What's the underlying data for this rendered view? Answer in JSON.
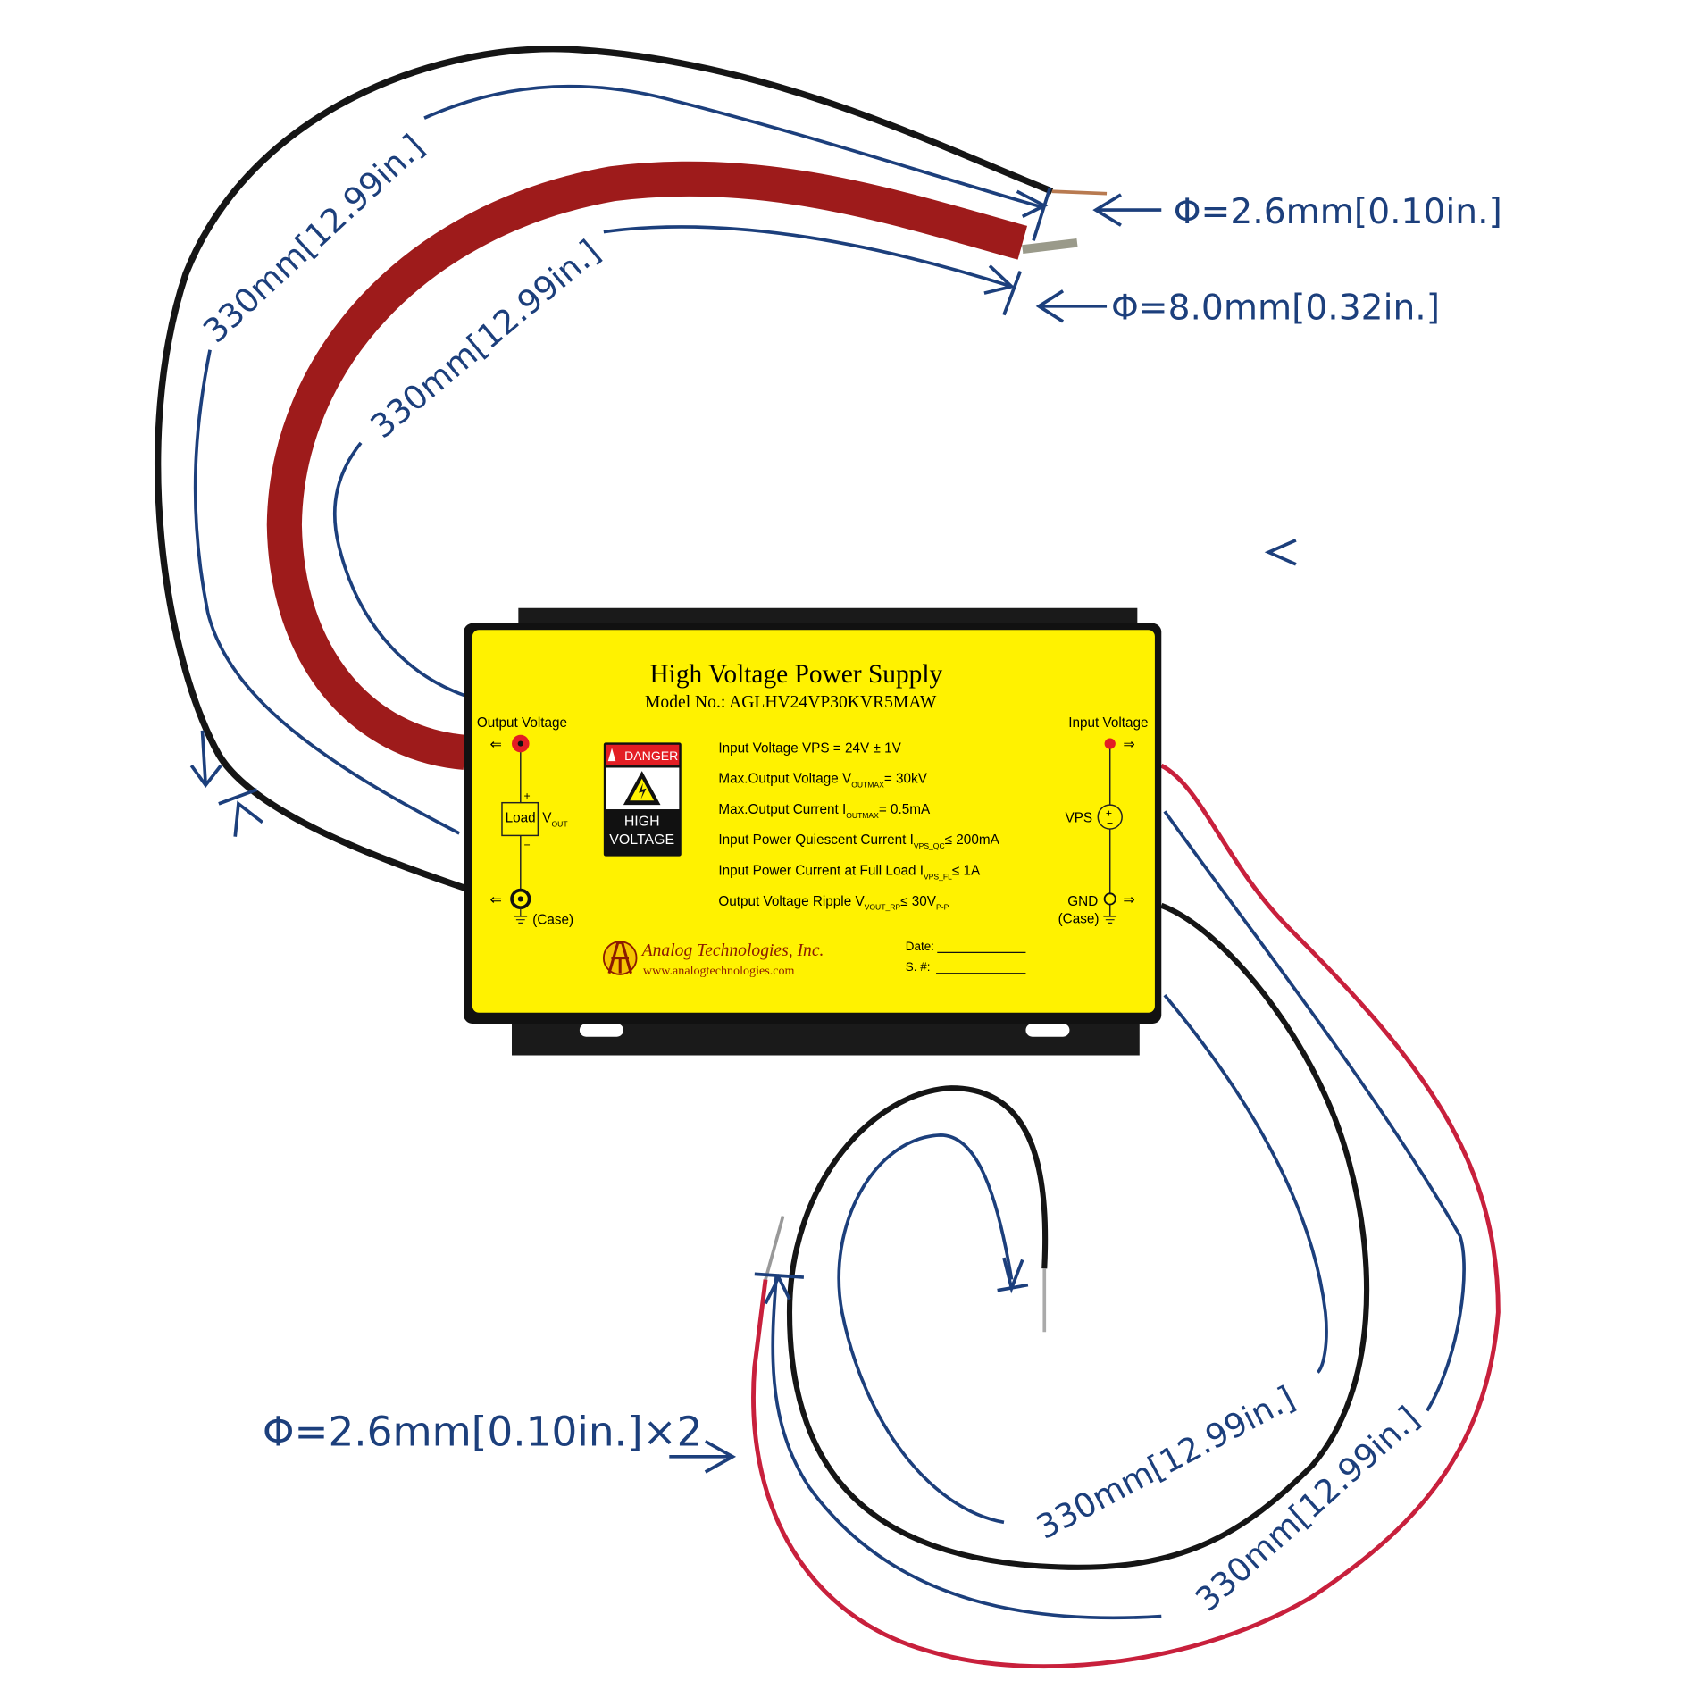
{
  "label": {
    "title": "High Voltage Power Supply",
    "model": "Model No.: AGLHV24VP30KVR5MAW",
    "output_voltage": "Output Voltage",
    "input_voltage": "Input Voltage",
    "load": "Load",
    "vout_v": "V",
    "vout_sub": "OUT",
    "plus": "+",
    "minus": "−",
    "case_left": "(Case)",
    "vps": "VPS",
    "gnd": "GND",
    "case_right": "(Case)",
    "danger": "DANGER",
    "high": "HIGH",
    "voltage": "VOLTAGE",
    "specs": [
      {
        "main": "Input Voltage VPS = 24V ± 1V",
        "sub": "",
        "tail": "",
        "sub2": ""
      },
      {
        "main": "Max.Output Voltage V",
        "sub": "OUTMAX",
        "tail": "= 30kV",
        "sub2": ""
      },
      {
        "main": "Max.Output Current I",
        "sub": "OUTMAX",
        "tail": "= 0.5mA",
        "sub2": ""
      },
      {
        "main": "Input Power Quiescent Current I",
        "sub": "VPS_QC",
        "tail": "≤ 200mA",
        "sub2": ""
      },
      {
        "main": "Input Power Current at Full Load I",
        "sub": "VPS_FL",
        "tail": "≤ 1A",
        "sub2": ""
      },
      {
        "main": "Output Voltage Ripple V",
        "sub": "VOUT_RP",
        "tail": "≤ 30V",
        "sub2": "P-P"
      }
    ],
    "company": "Analog Technologies, Inc.",
    "website": "www.analogtechnologies.com",
    "date_label": "Date:",
    "serial_label": "S. #:"
  },
  "dimensions": {
    "black_hv_length": "330mm[12.99in.]",
    "red_hv_length": "330mm[12.99in.]",
    "black_input_length": "330mm[12.99in.]",
    "red_input_length": "330mm[12.99in.]",
    "black_hv_diameter": "Φ=2.6mm[0.10in.]",
    "red_hv_diameter": "Φ=8.0mm[0.32in.]",
    "input_wire_diameter": "Φ=2.6mm[0.10in.]×2"
  },
  "colors": {
    "label_yellow": "#fff200",
    "dimension_blue": "#1c3f7c",
    "hv_red": "#9e1b1b",
    "wire_red": "#c8203c",
    "danger_red": "#e31e24"
  }
}
